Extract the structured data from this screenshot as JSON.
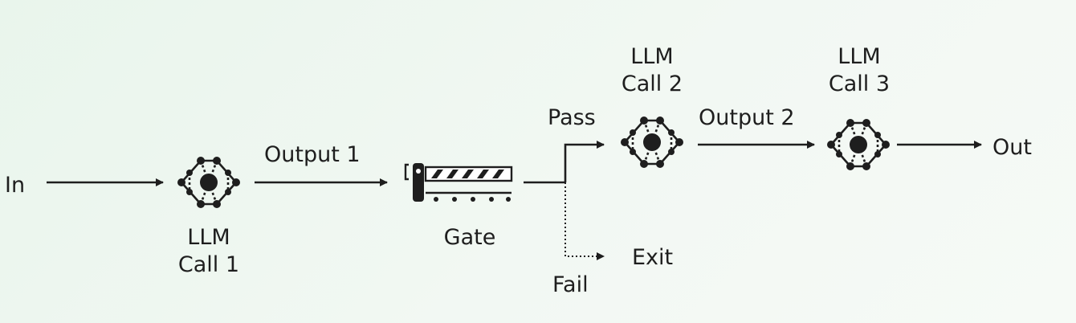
{
  "colors": {
    "ink": "#1e1e1e",
    "background": "#eef6f0"
  },
  "nodes": {
    "input": {
      "label": "In"
    },
    "llm_call_1": {
      "label_line1": "LLM",
      "label_line2": "Call 1",
      "icon": "neural-network-icon"
    },
    "gate": {
      "label": "Gate",
      "icon": "barrier-gate-icon"
    },
    "llm_call_2": {
      "label_line1": "LLM",
      "label_line2": "Call 2",
      "icon": "neural-network-icon"
    },
    "llm_call_3": {
      "label_line1": "LLM",
      "label_line2": "Call 3",
      "icon": "neural-network-icon"
    },
    "output": {
      "label": "Out"
    },
    "exit": {
      "label": "Exit"
    }
  },
  "edges": {
    "output_1": {
      "label": "Output 1"
    },
    "pass": {
      "label": "Pass"
    },
    "fail": {
      "label": "Fail"
    },
    "output_2": {
      "label": "Output 2"
    }
  }
}
